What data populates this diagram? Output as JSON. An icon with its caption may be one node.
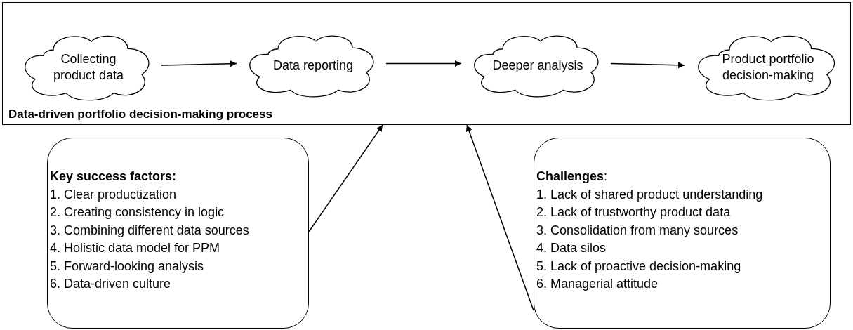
{
  "diagram": {
    "nodes": [
      {
        "text": [
          "Data-driven portfolio decision-making process"
        ]
      },
      {
        "text": [
          "Collecting product data"
        ],
        "in": 0
      },
      {
        "text": [
          "Data reporting"
        ],
        "in": 0
      },
      {
        "text": [
          "Deeper analysis"
        ],
        "in": 0
      },
      {
        "text": [
          "Product portfolio decision-making"
        ],
        "in": 0
      },
      {
        "text": [
          "Key success factors:",
          "1. Clear productization",
          "2. Creating consistency in logic",
          "3. Combining different data sources",
          "4. Holistic data model for PPM",
          "5. Forward-looking analysis",
          "6. Data-driven culture"
        ]
      },
      {
        "text": [
          "**Challenges**:",
          "1. Lack of shared product understanding",
          "2. Lack of trustworthy product data",
          "3. Consolidation from many sources",
          "4. Data silos",
          "5. Lack of proactive decision-making",
          "6. Managerial attitude"
        ]
      }
    ],
    "edges": [
      {
        "from": 1,
        "to": 2,
        "arrow": "to"
      },
      {
        "from": 2,
        "to": 3,
        "arrow": "to"
      },
      {
        "from": 3,
        "to": 4,
        "arrow": "to"
      },
      {
        "from": 5,
        "to": 0,
        "arrow": "to"
      },
      {
        "from": 6,
        "to": 0,
        "arrow": "to"
      }
    ]
  }
}
